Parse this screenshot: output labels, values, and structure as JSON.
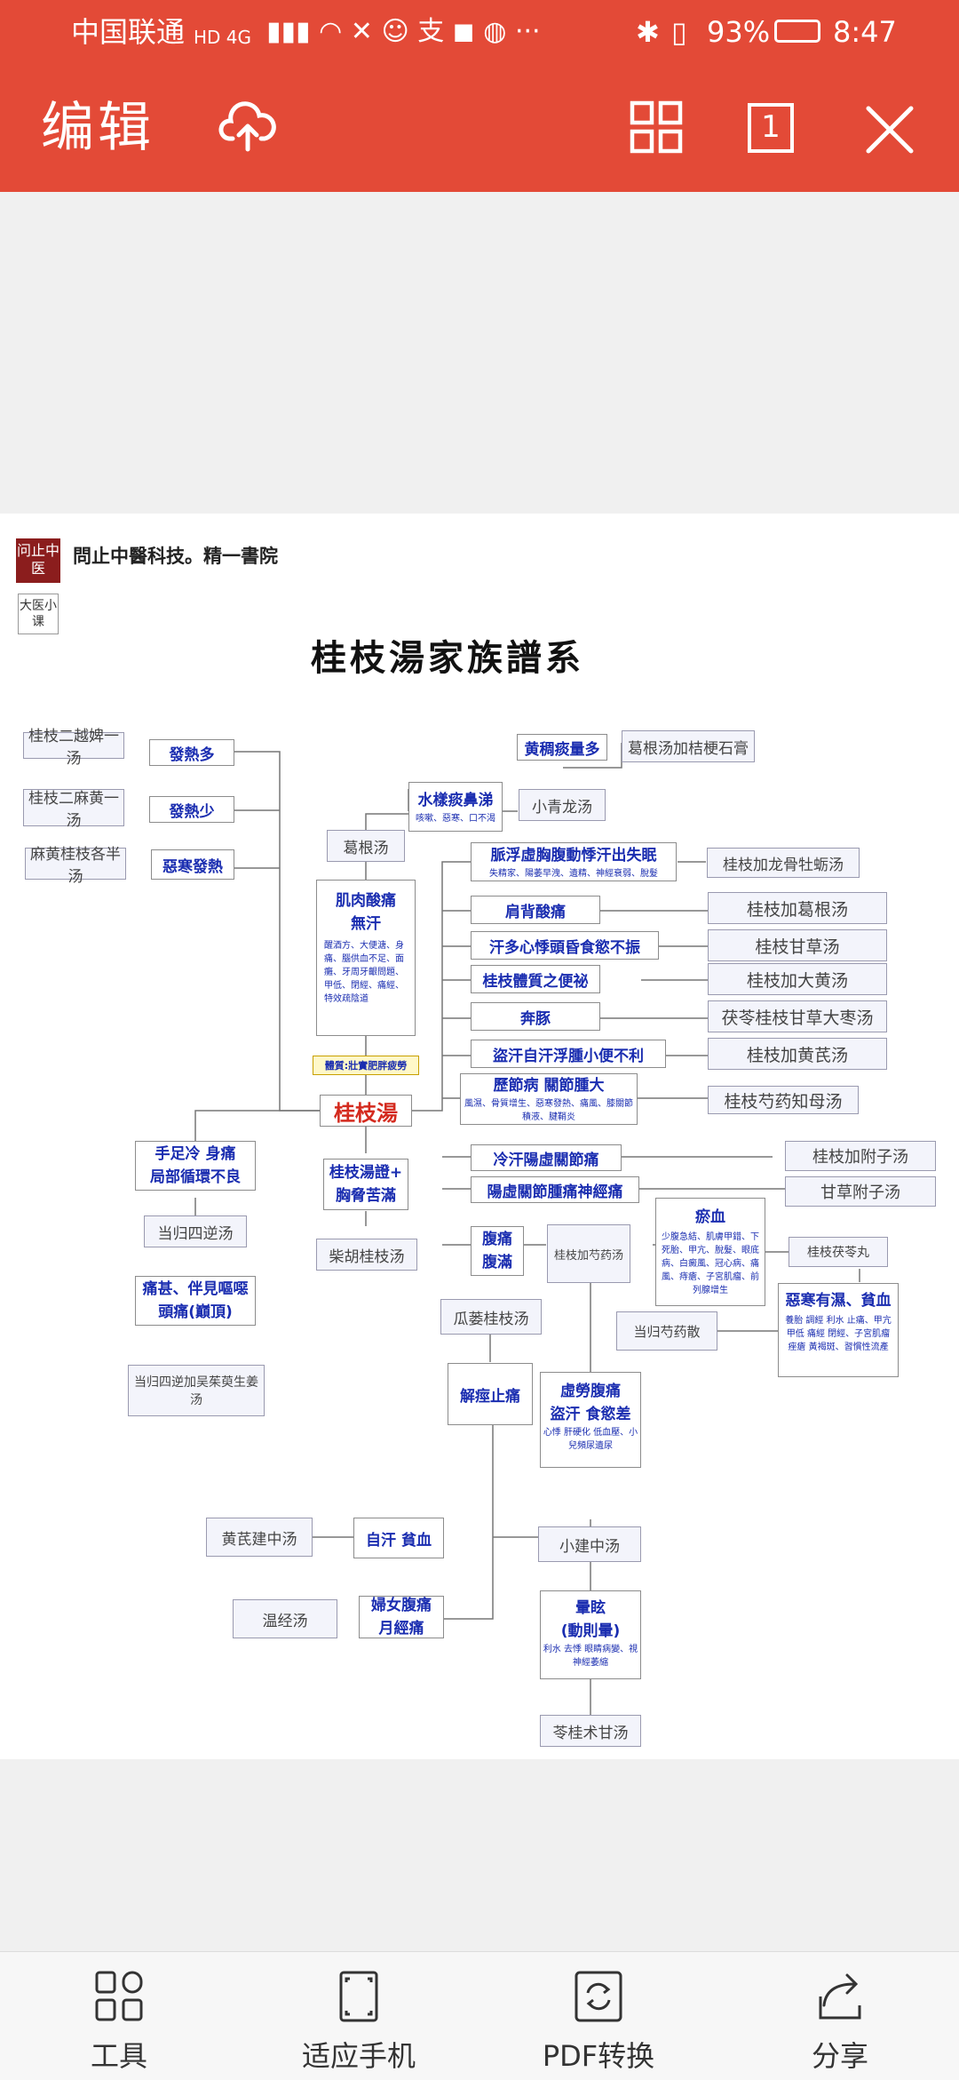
{
  "status_bar": {
    "carrier": "中国联通",
    "network": "HD 4G",
    "battery": "93%",
    "time": "8:47"
  },
  "toolbar": {
    "title": "编辑",
    "page_number": "1"
  },
  "document": {
    "brand_logo_text": "问止中医",
    "brand_name": "問止中醫科技。精一書院",
    "badge_text": "大医小课",
    "title": "桂枝湯家族譜系",
    "nodes": {
      "gz_eryue": "桂枝二越婢一汤",
      "fare_duo": "發熱多",
      "gz_erma": "桂枝二麻黄一汤",
      "fare_shao": "發熱少",
      "mhgz": "麻黄桂枝各半汤",
      "wuhan": "惡寒發熱",
      "huangchou": "黄稠痰量多",
      "ggtjt": "葛根汤加桔梗石膏",
      "shuiyang": "水樣痰鼻涕",
      "shuiyang_sub": "咳嗽、惡寒、口不渴",
      "xqlt": "小青龙汤",
      "ggt": "葛根汤",
      "maifu": "脈浮虛胸腹動悸汗出失眠",
      "maifu_sub": "失精家、陽萎早洩、遺精、神經衰弱、脫髮",
      "gzjlg": "桂枝加龙骨牡蛎汤",
      "jiantai": "肩背酸痛",
      "gzjgg": "桂枝加葛根汤",
      "handuo": "汗多心悸頭昏食慾不振",
      "gzgc": "桂枝甘草汤",
      "tizhi": "桂枝體質之便祕",
      "gzjdh": "桂枝加大黄汤",
      "bentun": "奔豚",
      "fuling": "茯苓桂枝甘草大枣汤",
      "daohan": "盜汗自汗浮腫小便不利",
      "gzjhq": "桂枝加黄芪汤",
      "muscle_main": "肌肉酸痛",
      "muscle_main2": "無汗",
      "muscle_sub": "醒酒方、大便溏、身痛、腦供血不足、面癱、牙周牙齦問題、甲低、閉經、痛經、特效疏陰道",
      "tizhi_zhuang": "體質:壯實肥胖疲勞",
      "gzt": "桂枝湯",
      "lijie": "歷節病 關節腫大",
      "lijie_sub": "風濕、骨質增生、惡寒發熱、痛風、膝關節積液、腱鞘炎",
      "gzsyzm": "桂枝芍药知母汤",
      "lenghan": "冷汗陽虛關節痛",
      "gzjfz": "桂枝加附子汤",
      "yangxu": "陽虛關節腫痛神經痛",
      "gcfz": "甘草附子汤",
      "shouzu": "手足冷 身痛",
      "shouzu2": "局部循環不良",
      "dgsn": "当归四逆汤",
      "tongshen": "痛甚、伴見嘔噁",
      "tongshen2": "頭痛(巔頂)",
      "dgsnwz": "当归四逆加吴茱萸生姜汤",
      "gztz": "桂枝湯證+",
      "gztz2": "胸脅苦滿",
      "chaihu": "柴胡桂枝汤",
      "futong": "腹痛",
      "futong2": "腹滿",
      "gzjsy": "桂枝加芍药汤",
      "yuxue": "瘀血",
      "yuxue_sub": "少腹急結、肌膚甲錯、下死胎、甲亢、脫髮、眼底病、白癜風、冠心病、痛風、痔瘡、子宮肌瘤、前列腺增生",
      "gzfl": "桂枝茯苓丸",
      "wuhan_shi": "惡寒有濕、貧血",
      "wuhan_shi_sub": "養胎 調經 利水 止痛、甲亢 甲低 痛經 閉經、子宮肌瘤 痤瘡 黃褐斑、習慣性流產",
      "dgsy": "当归芍药散",
      "glgz": "瓜蒌桂枝汤",
      "jiejing": "解痙止痛",
      "xulao": "虛勞腹痛",
      "xulao2": "盜汗 食慾差",
      "xulao_sub": "心悸 肝硬化 低血壓、小兒頻尿遺尿",
      "xjz": "小建中汤",
      "hqjz": "黄芪建中汤",
      "zihan": "自汗 貧血",
      "wenjing": "温经汤",
      "funv": "婦女腹痛",
      "funv2": "月經痛",
      "yunxuan": "暈眩",
      "yunxuan2": "(動則暈)",
      "yunxuan_sub": "利水 去悸 眼睛病變、視神經萎縮",
      "lgzg": "苓桂术甘汤"
    }
  },
  "bottom_bar": {
    "tools": "工具",
    "fit": "适应手机",
    "pdf": "PDF转换",
    "share": "分享"
  },
  "colors": {
    "accent": "#e34a37",
    "node_blue": "#1a2db0",
    "root_red": "#d42a1e"
  }
}
